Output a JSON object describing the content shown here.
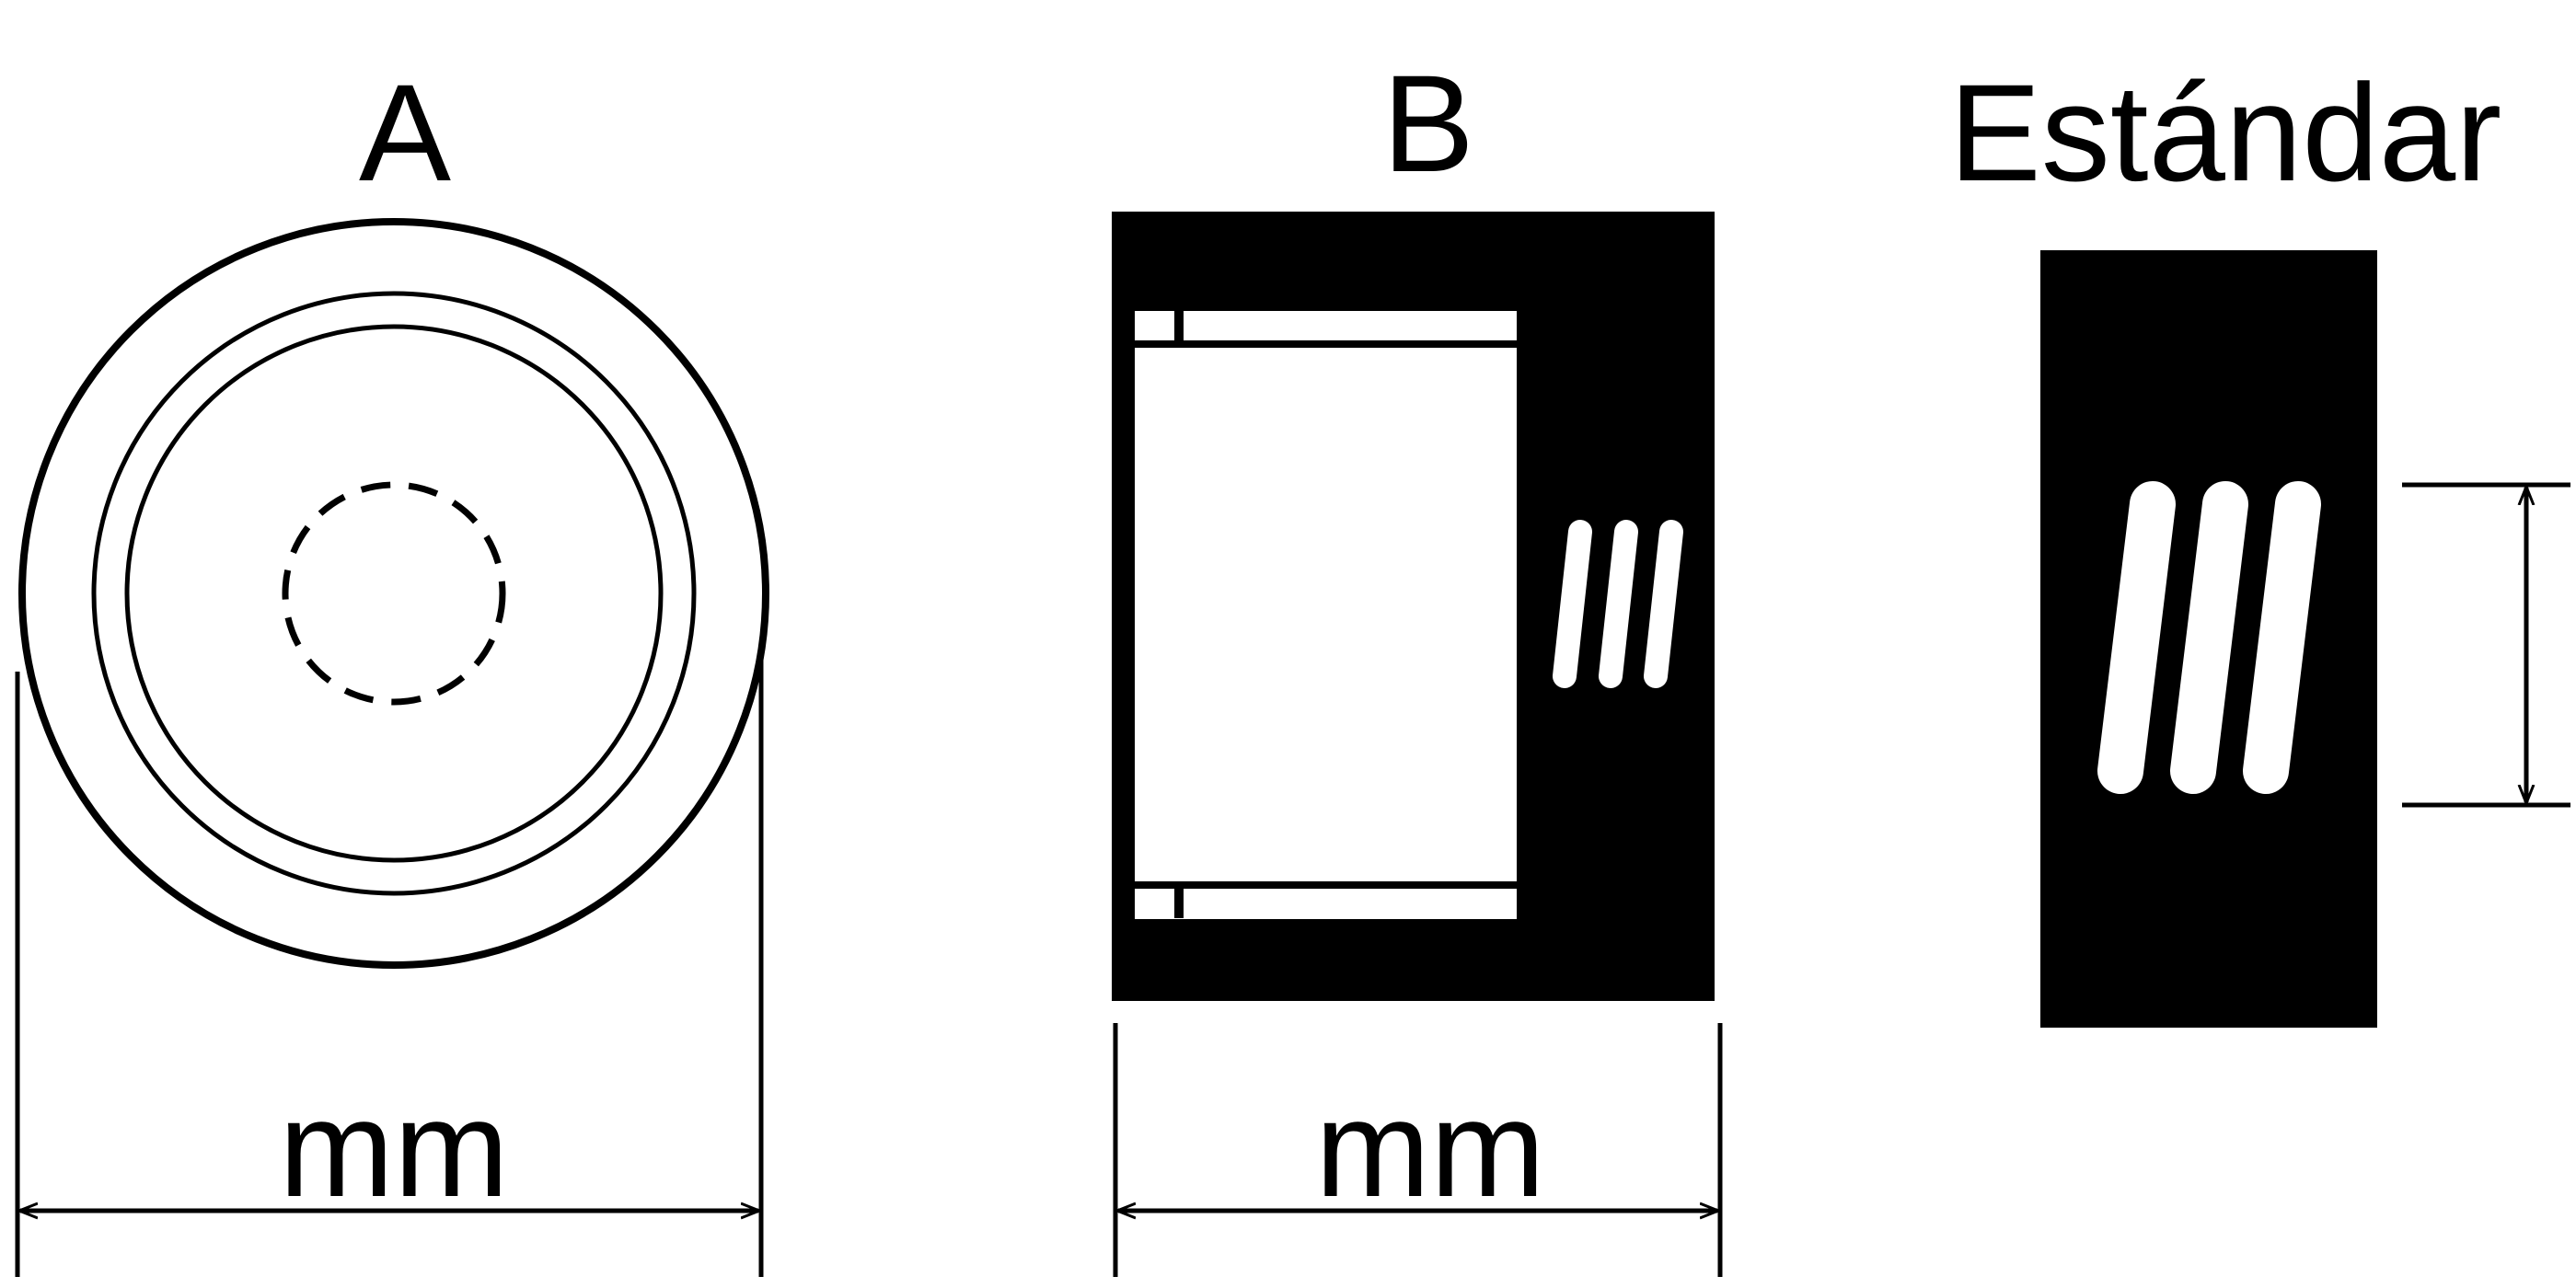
{
  "figures": {
    "a": {
      "title": "A",
      "dimension_unit": "mm"
    },
    "b": {
      "title": "B",
      "dimension_unit": "mm"
    },
    "standard": {
      "title": "Estándar"
    }
  },
  "colors": {
    "ink": "#000000",
    "paper": "#ffffff"
  }
}
